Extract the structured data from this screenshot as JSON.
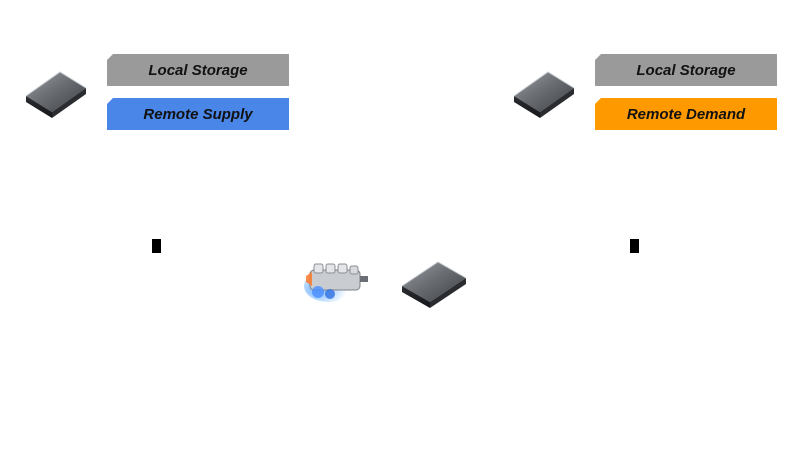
{
  "left_node": {
    "icon": "storage-drive-icon",
    "local_label": "Local Storage",
    "remote_label": "Remote Supply",
    "local_color": "#9a9a9a",
    "remote_color": "#4a86e8"
  },
  "right_node": {
    "icon": "storage-drive-icon",
    "local_label": "Local Storage",
    "remote_label": "Remote Demand",
    "local_color": "#9a9a9a",
    "remote_color": "#ff9900"
  },
  "center": {
    "engine_icon": "engine-icon",
    "drive_icon": "storage-drive-icon"
  }
}
